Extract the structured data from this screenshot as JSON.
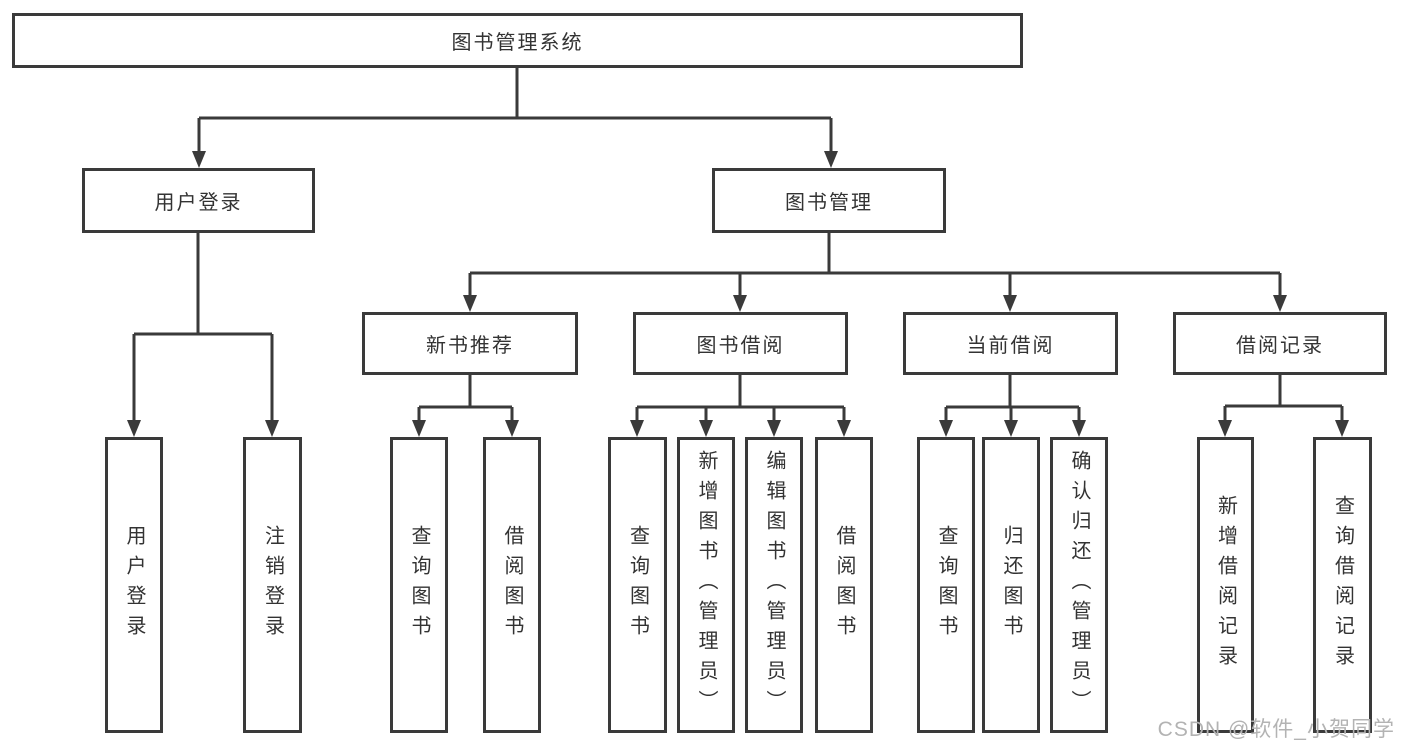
{
  "diagram": {
    "title": "图书管理系统",
    "branches": [
      {
        "label": "用户登录",
        "children": [
          "用户登录",
          "注销登录"
        ]
      },
      {
        "label": "图书管理",
        "sections": [
          {
            "label": "新书推荐",
            "children": [
              "查询图书",
              "借阅图书"
            ]
          },
          {
            "label": "图书借阅",
            "children": [
              "查询图书",
              "新增图书（管理员）",
              "编辑图书（管理员）",
              "借阅图书"
            ]
          },
          {
            "label": "当前借阅",
            "children": [
              "查询图书",
              "归还图书",
              "确认归还（管理员）"
            ]
          },
          {
            "label": "借阅记录",
            "children": [
              "新增借阅记录",
              "查询借阅记录"
            ]
          }
        ]
      }
    ]
  },
  "watermark": "CSDN @软件_小贺同学",
  "colors": {
    "line": "#3a3a3a",
    "text": "#333333",
    "watermark": "#b3b3b3",
    "background": "#ffffff"
  }
}
